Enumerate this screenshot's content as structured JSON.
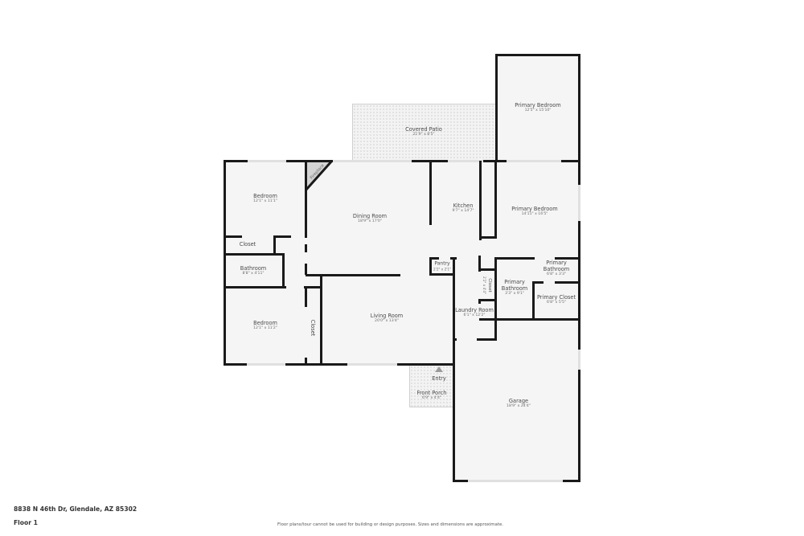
{
  "plan": {
    "rooms": [
      {
        "id": "primary-bedroom-upper",
        "name": "Primary Bedroom",
        "dims": "12'5\" x 15'10\""
      },
      {
        "id": "covered-patio",
        "name": "Covered Patio",
        "dims": "21'9\" x 8'5\""
      },
      {
        "id": "bedroom-1",
        "name": "Bedroom",
        "dims": "12'1\" x 11'1\""
      },
      {
        "id": "fireplace",
        "name": "Fireplace",
        "dims": ""
      },
      {
        "id": "dining-room",
        "name": "Dining Room",
        "dims": "18'9\" x 17'0\""
      },
      {
        "id": "kitchen",
        "name": "Kitchen",
        "dims": "9'7\" x 14'7\""
      },
      {
        "id": "primary-bedroom",
        "name": "Primary Bedroom",
        "dims": "14'11\" x 16'5\""
      },
      {
        "id": "closet-1",
        "name": "Closet",
        "dims": ""
      },
      {
        "id": "bathroom",
        "name": "Bathroom",
        "dims": "8'8\" x 4'11\""
      },
      {
        "id": "pantry",
        "name": "Pantry",
        "dims": "2'2\" x 2'1\""
      },
      {
        "id": "closet-2",
        "name": "Closet",
        "dims": "2'2\" x 4'4\""
      },
      {
        "id": "primary-bathroom-1",
        "name": "Primary Bathroom",
        "dims": "3'3\" x 9'1\""
      },
      {
        "id": "primary-bathroom-2",
        "name": "Primary Bathroom",
        "dims": "6'8\" x 3'3\""
      },
      {
        "id": "primary-closet",
        "name": "Primary Closet",
        "dims": "6'8\" x 5'5\""
      },
      {
        "id": "bedroom-2",
        "name": "Bedroom",
        "dims": "12'1\" x 11'2\""
      },
      {
        "id": "closet-3",
        "name": "Closet",
        "dims": ""
      },
      {
        "id": "living-room",
        "name": "Living Room",
        "dims": "20'0\" x 13'4\""
      },
      {
        "id": "laundry-room",
        "name": "Laundry Room",
        "dims": "6'1\" x 12'2\""
      },
      {
        "id": "entry",
        "name": "Entry",
        "dims": ""
      },
      {
        "id": "front-porch",
        "name": "Front Porch",
        "dims": "6'9\" x 4'4\""
      },
      {
        "id": "garage",
        "name": "Garage",
        "dims": "18'9\" x 24'4\""
      }
    ]
  },
  "footer": {
    "address": "8838 N 46th Dr, Glendale, AZ 85302",
    "floor": "Floor 1",
    "disclaimer": "Floor plans/tour cannot be used for building or design purposes. Sizes and dimensions are approximate."
  },
  "colors": {
    "wall": "#1a1a1a",
    "floor": "#f5f5f5",
    "patio": "#f3f3f3"
  }
}
